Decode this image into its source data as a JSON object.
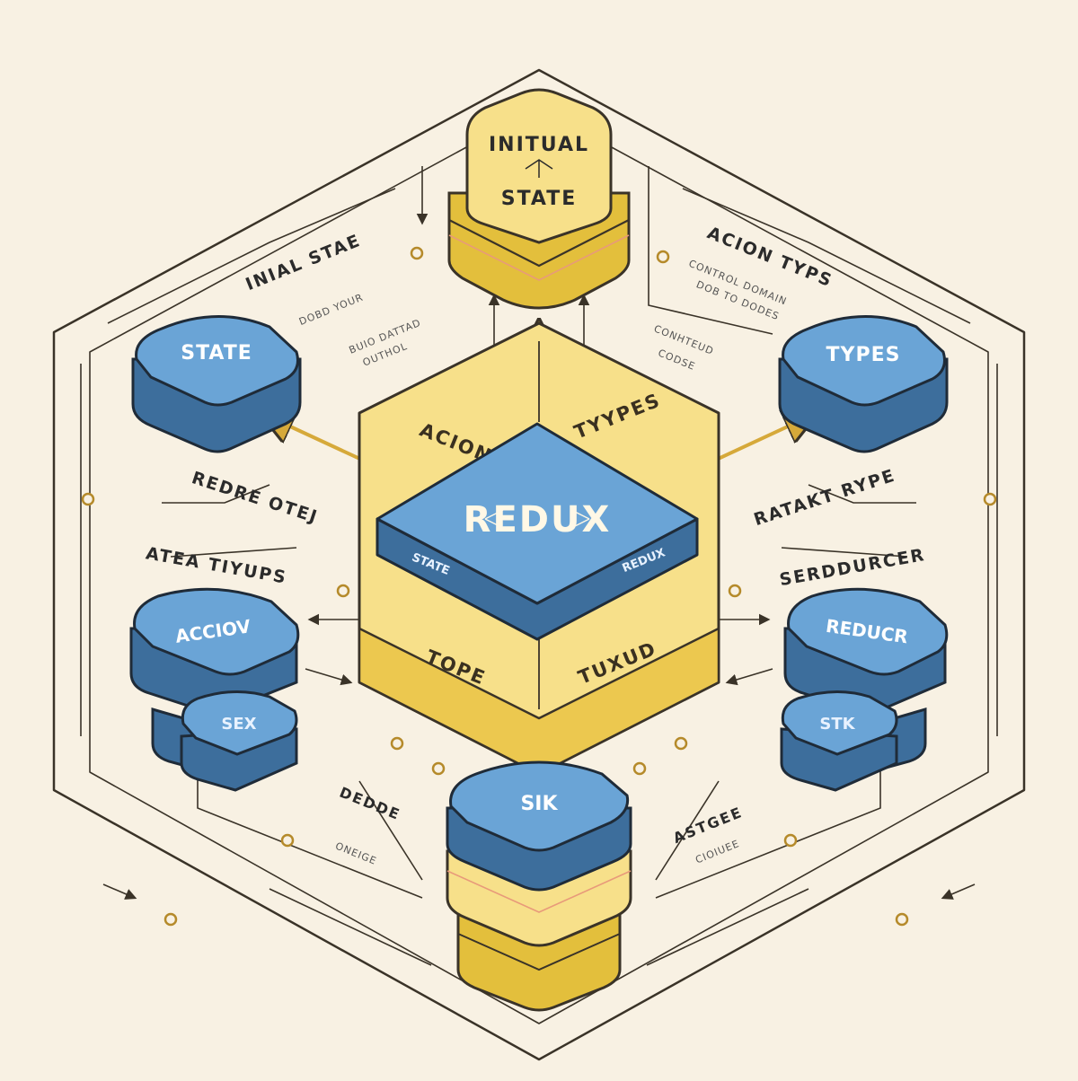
{
  "colors": {
    "background": "#f8f1e3",
    "blue": "#6aa4d6",
    "blue_dark": "#3d6e9c",
    "yellow": "#f7e08a",
    "yellow_dark": "#e3bf3c",
    "line": "#3a3328",
    "accent": "#d6a93a"
  },
  "center": {
    "title": "REDUX",
    "side_left": "STATE",
    "side_right": "REDUX",
    "top_left": "ACION",
    "top_right": "TYYPES",
    "bottom_left": "TOPE",
    "bottom_right": "TUXUD"
  },
  "top_node": {
    "line1": "INITUAL",
    "line2": "STATE"
  },
  "bottom_node": {
    "label": "SIK"
  },
  "left_node": {
    "label": "STATE"
  },
  "right_node": {
    "label": "TYPES"
  },
  "left_lower_node": {
    "top": "ACCIOV",
    "bottom": "SEX"
  },
  "right_lower_node": {
    "top": "REDUCR",
    "bottom": "STK"
  },
  "labels": {
    "top_left_heading": "INIAL STAE",
    "top_left_sub1": "DOBD YOUR",
    "top_left_sub2": "BUIO DATTAD",
    "top_left_sub3": "OUTHOL",
    "top_right_heading": "ACION TYPS",
    "top_right_sub1": "CONTROL DOMAIN",
    "top_right_sub2": "DOB TO DODES",
    "top_right_sub3": "CONHTEUD",
    "top_right_sub4": "CODSE",
    "mid_left_heading": "REDRE OTEJ",
    "mid_left_heading2": "ATEA TIYUPS",
    "mid_right_heading": "RATAKT RYPE",
    "mid_right_heading2": "SERDDURCER",
    "bottom_left_heading": "DEDDE",
    "bottom_left_sub": "ONEIGE",
    "bottom_right_heading": "ASTGEE",
    "bottom_right_sub": "CIOIUEE"
  }
}
